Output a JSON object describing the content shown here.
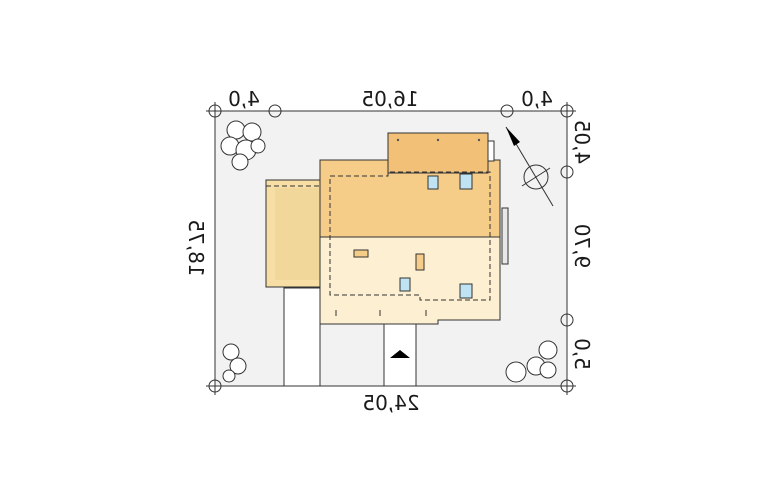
{
  "dimensions": {
    "top_left": "4,0",
    "top_middle": "16,05",
    "top_right": "4,0",
    "right_top": "4,05",
    "right_middle": "9,70",
    "right_bottom": "5,0",
    "bottom": "24,05",
    "left": "18,75"
  },
  "colors": {
    "plot": "#f2f2f2",
    "roof_dark": "#f5cc88",
    "roof_light": "#fcefd2",
    "roof_side": "#f6dea4",
    "window": "#bfe3f2",
    "line": "#333333"
  },
  "icons": {
    "north": "north-arrow-icon",
    "entrance": "entrance-arrow-icon",
    "trees": "tree-icon"
  }
}
